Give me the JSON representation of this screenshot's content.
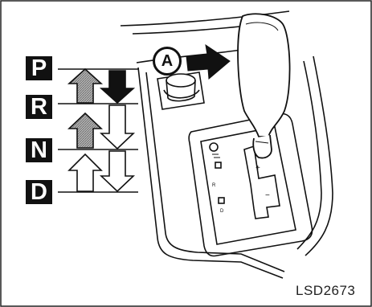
{
  "gears": {
    "p": "P",
    "r": "R",
    "n": "N",
    "d": "D"
  },
  "callout_label": "A",
  "reference_code": "LSD2673",
  "colors": {
    "ink": "#111111",
    "hatch": "#9a9a9a",
    "paper": "#ffffff"
  }
}
